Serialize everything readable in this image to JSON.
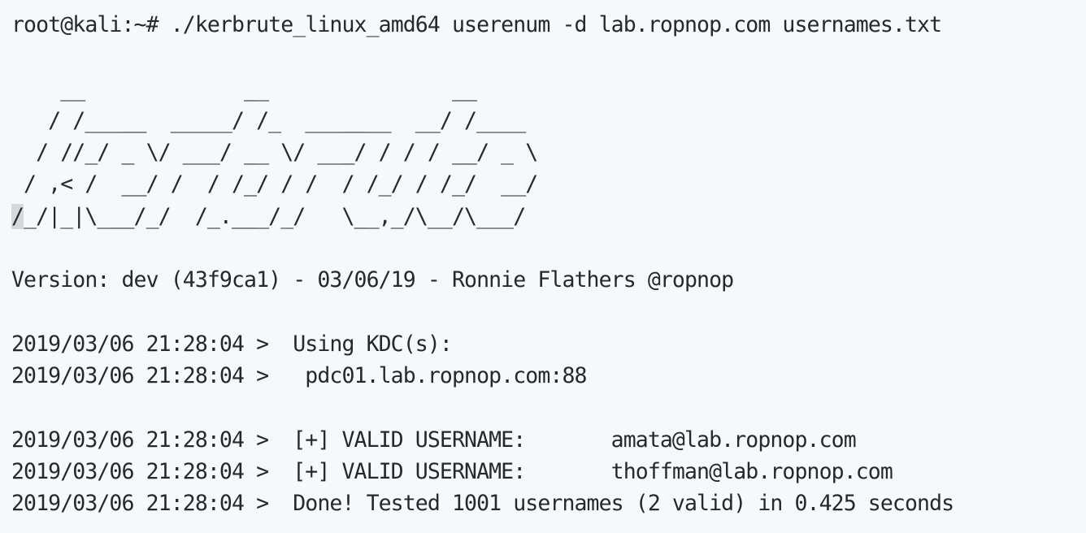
{
  "terminal": {
    "prompt": "root@kali:~#",
    "command": "./kerbrute_linux_amd64 userenum -d lab.ropnop.com usernames.txt",
    "banner": [
      "    __             __               __     ",
      "   / /_____  _____/ /_  _______  __/ /____ ",
      "  / //_/ _ \\/ ___/ __ \\/ ___/ / / / __/ _ \\",
      " / ,< /  __/ /  / /_/ / /  / /_/ / /_/  __/",
      "/_/|_|\\___/_/  /_.___/_/   \\__,_/\\__/\\___/ "
    ],
    "banner_first_char": "/",
    "banner_last_line_rest": "_/|_|\\___/_/  /_.___/_/   \\__,_/\\__/\\___/",
    "version": "Version: dev (43f9ca1) - 03/06/19 - Ronnie Flathers @ropnop",
    "output": [
      "2019/03/06 21:28:04 >  Using KDC(s):",
      "2019/03/06 21:28:04 >   pdc01.lab.ropnop.com:88"
    ],
    "results": [
      "2019/03/06 21:28:04 >  [+] VALID USERNAME:       amata@lab.ropnop.com",
      "2019/03/06 21:28:04 >  [+] VALID USERNAME:       thoffman@lab.ropnop.com",
      "2019/03/06 21:28:04 >  Done! Tested 1001 usernames (2 valid) in 0.425 seconds"
    ]
  }
}
